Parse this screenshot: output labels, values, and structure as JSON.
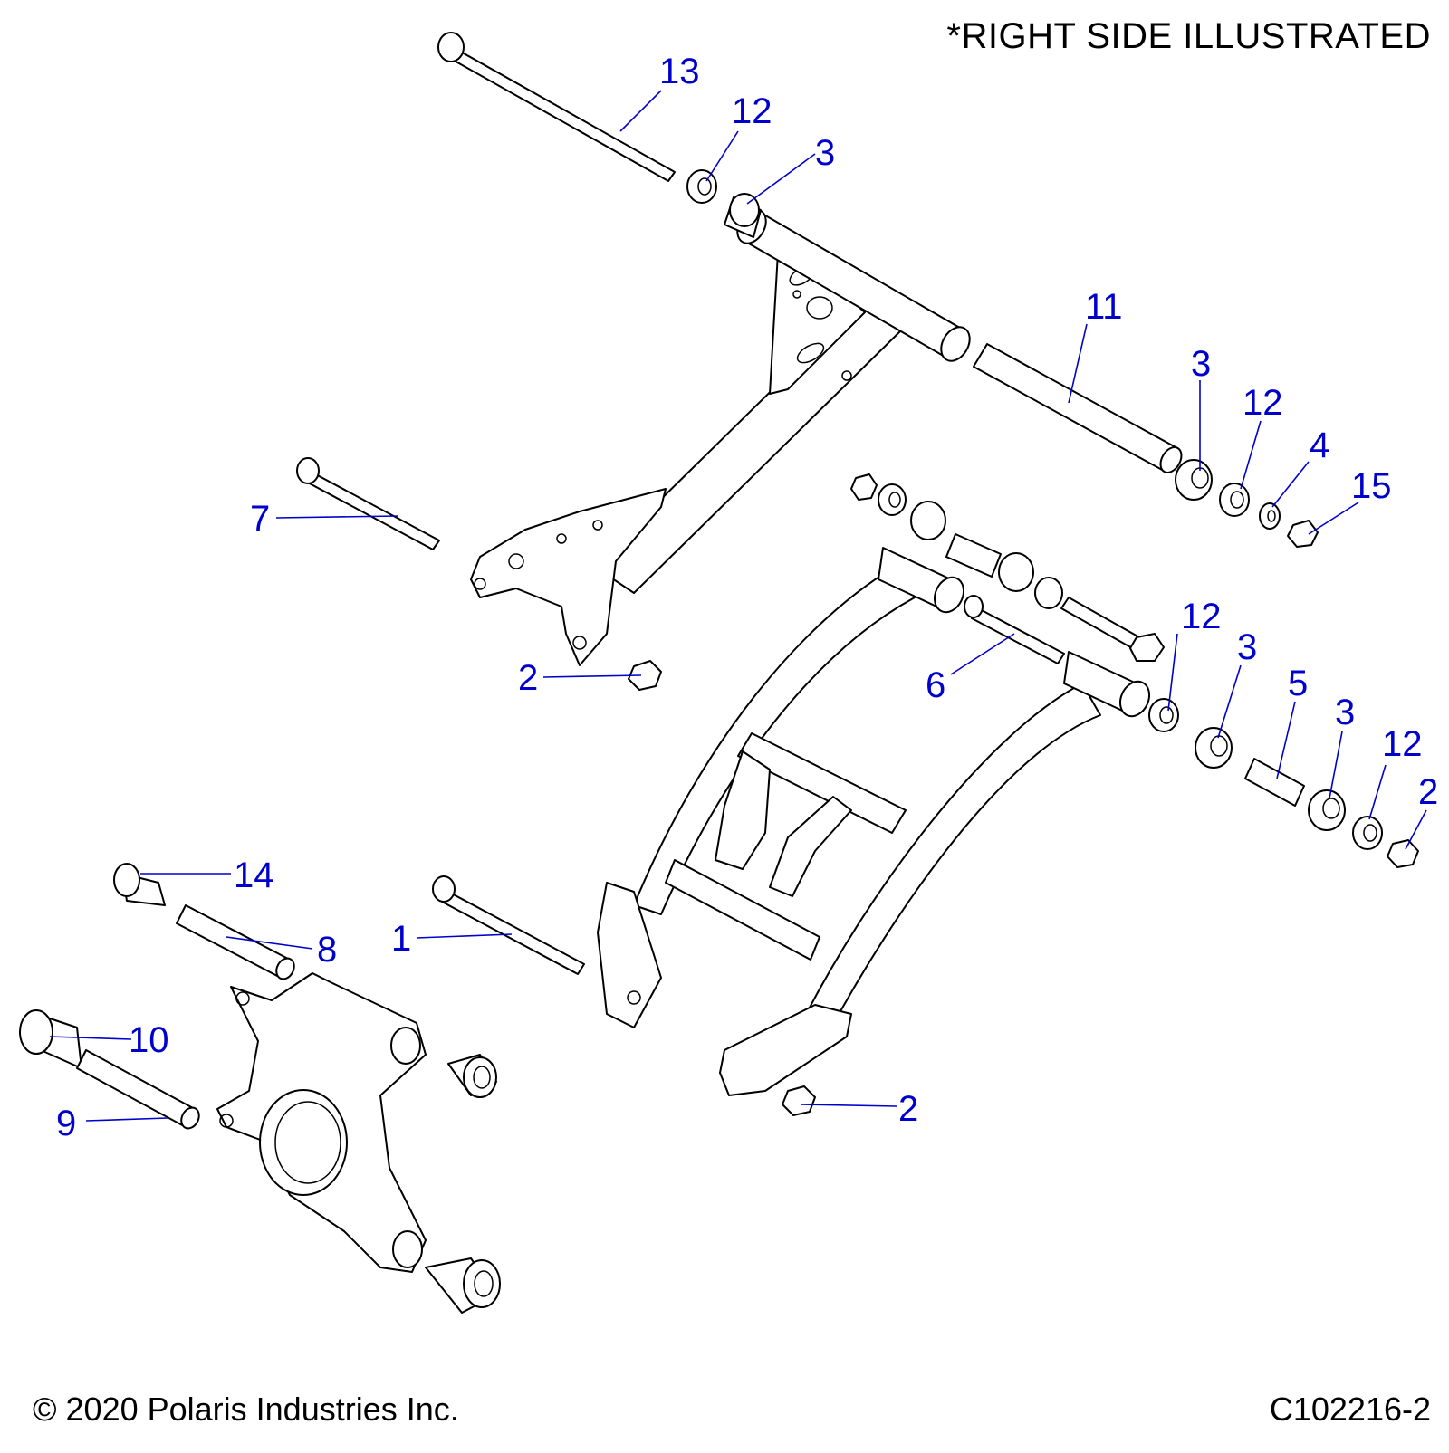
{
  "note": "*RIGHT SIDE ILLUSTRATED",
  "copyright": "© 2020 Polaris Industries Inc.",
  "figure_id": "C102216-2",
  "accent_color": "#0000cc",
  "callouts": [
    "13",
    "12",
    "3",
    "11",
    "3",
    "12",
    "4",
    "15",
    "7",
    "2",
    "12",
    "3",
    "6",
    "5",
    "3",
    "12",
    "2",
    "14",
    "8",
    "1",
    "10",
    "9",
    "2"
  ],
  "parts": [
    "upper-control-arm",
    "lower-control-arm",
    "spindle-knuckle",
    "pivot-bolt-13",
    "pivot-tube-11",
    "bolt-7",
    "bolt-6",
    "bolt-1",
    "bushing-14",
    "pin-8",
    "bushing-10",
    "pin-9"
  ]
}
